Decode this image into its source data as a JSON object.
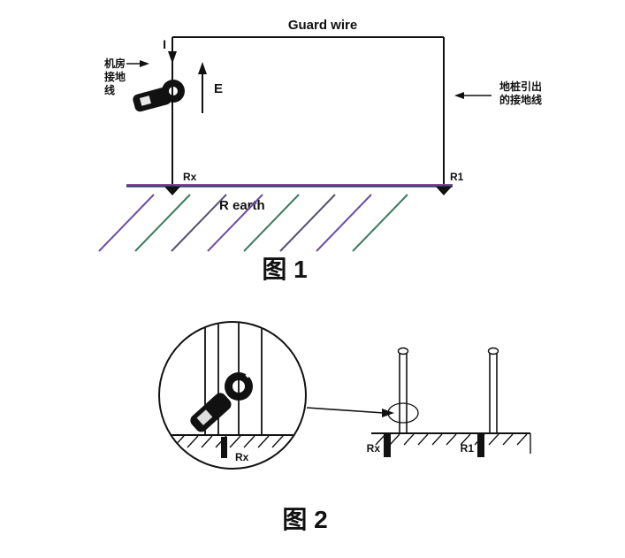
{
  "colors": {
    "ink": "#111111",
    "ground_line": "#3a3470",
    "ground_fringe": "#8a4a9a",
    "hatch": [
      "#6b4fa0",
      "#3f7a5f",
      "#55516e"
    ]
  },
  "figure1": {
    "caption": "图 1",
    "guard_wire_label": "Guard wire",
    "current_label": "I",
    "voltage_label": "E",
    "left_note_lines": [
      "机房",
      "接地",
      "线"
    ],
    "right_note_lines": [
      "地桩引出",
      "的接地线"
    ],
    "rx_label": "Rx",
    "r1_label": "R1",
    "r_earth_label": "R earth"
  },
  "figure2": {
    "caption": "图 2",
    "zoom_rx_label": "Rx",
    "rx_label": "Rx",
    "r1_label": "R1"
  }
}
